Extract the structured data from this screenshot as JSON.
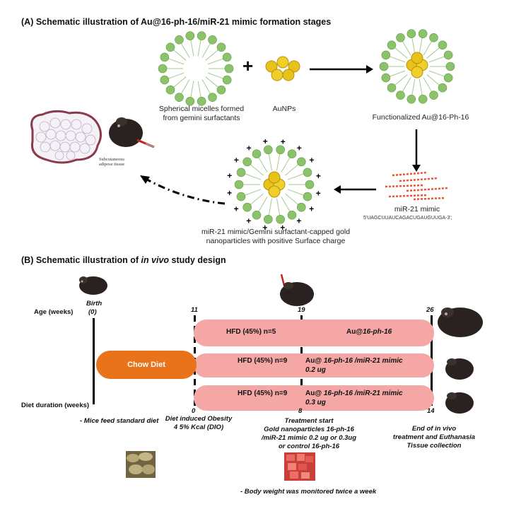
{
  "panel_a": {
    "title": "(A) Schematic illustration of Au@16-ph-16/miR-21 mimic formation stages",
    "micelle_caption_1": "Spherical micelles formed",
    "micelle_caption_2": "from gemini surfactants",
    "plus": "+",
    "aunps_label": "AuNPs",
    "functionalized_label": "Functionalized Au@16-Ph-16",
    "mirna_label": "miR-21 mimic",
    "mirna_sequence": "5'UAGCUUAUCAGACUGAUGUUGA-3';",
    "capped_caption_1": "miR-21 mimic/Gemini surfactant-capped gold",
    "capped_caption_2": "nanoparticles with positive Surface charge",
    "tissue_label_1": "Subcutaneous",
    "tissue_label_2": "adipose tissue"
  },
  "panel_b": {
    "title_plain": "(B) Schematic illustration of ",
    "title_italic": "in vivo",
    "title_end": " study design",
    "age_label": "Age (weeks)",
    "diet_label": "Diet duration (weeks)",
    "birth": "Birth",
    "birth_age": "(0)",
    "age_11": "11",
    "age_19": "19",
    "age_26": "26",
    "dur_0": "0",
    "dur_8": "8",
    "dur_14": "14",
    "chow_label": "Chow Diet",
    "row1_left": "HFD (45%) n=5",
    "row1_right_a": "Au@",
    "row1_right_b": "16-ph-16",
    "row2_left": "HFD (45%) n=9",
    "row2_right_a": "Au@ ",
    "row2_right_b": "16-ph-16 /miR-21 mimic",
    "row2_dose": "0.2 ug",
    "row3_left": "HFD (45%) n=9",
    "row3_right_a": "Au@ ",
    "row3_right_b": "16-ph-16 /miR-21 mimic",
    "row3_dose": "0.3 ug",
    "note_standard": "- Mice feed standard diet",
    "dio_1": "Diet induced Obesity",
    "dio_2": "4 5% Kcal (DIO)",
    "treat_1": "Treatment start",
    "treat_2": "Gold nanoparticles 16-ph-16",
    "treat_3": "/miR-21 mimic 0.2 ug or 0.3ug",
    "treat_4": "or control 16-ph-16",
    "end_1": "End of in vivo",
    "end_2": "treatment and Euthanasia",
    "end_3": "Tissue collection",
    "note_weight": "- Body weight was monitored twice a week"
  },
  "colors": {
    "bar_pink": "#f4a7a4",
    "chow_orange": "#e8731b",
    "micelle_green": "#8cc36a",
    "gold": "#e8c21a"
  }
}
